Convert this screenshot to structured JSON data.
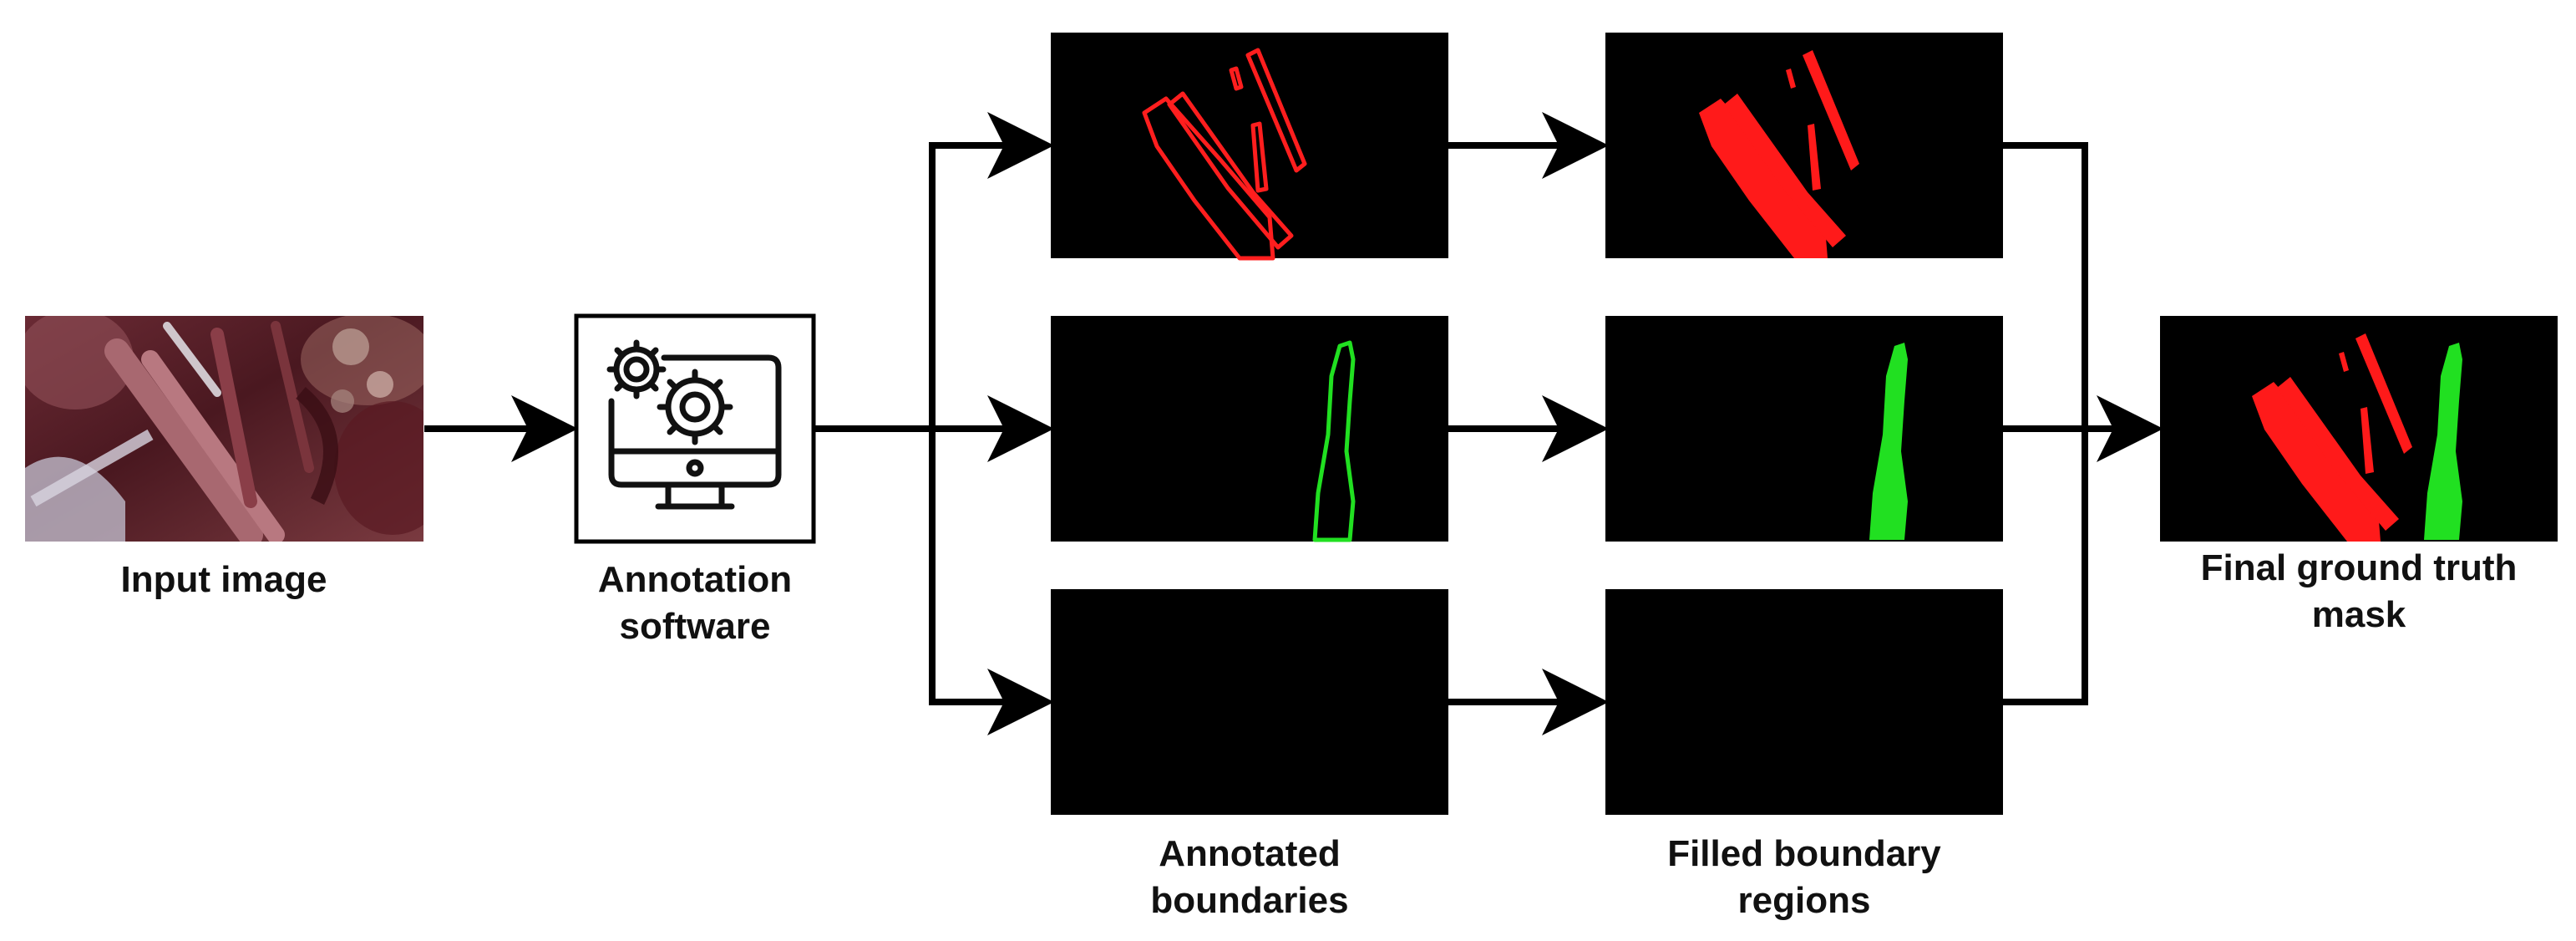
{
  "labels": {
    "input": "Input image",
    "software": "Annotation\nsoftware",
    "annotated": "Annotated\nboundaries",
    "filled": "Filled boundary\nregions",
    "final": "Final ground truth\nmask"
  },
  "icons": {
    "software": "computer-monitor-with-gears-icon"
  },
  "colors": {
    "arrow": "#000000",
    "panel_background": "#000000",
    "class_red": "#ff0000",
    "class_green": "#21e021"
  }
}
